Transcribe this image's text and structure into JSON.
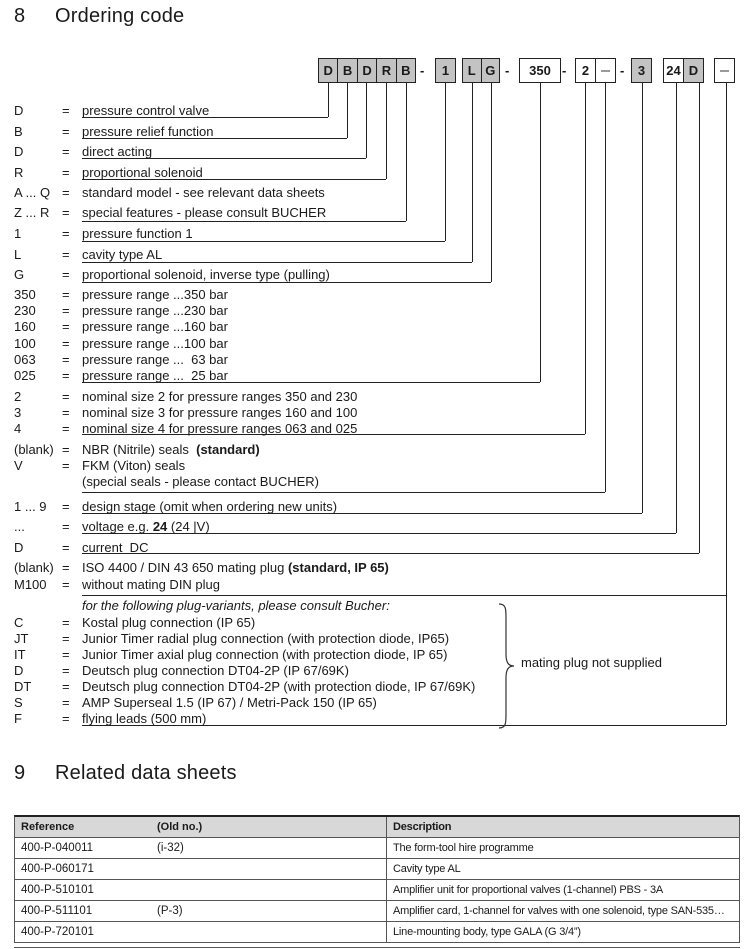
{
  "section8": {
    "number": "8",
    "title": "Ordering code"
  },
  "section9": {
    "number": "9",
    "title": "Related data sheets"
  },
  "colors": {
    "shaded_cell": "#c3c3c3",
    "white_cell": "#ffffff",
    "table_header_bg": "#d8d8d8",
    "line": "#222222"
  },
  "ordering_code": {
    "separator": "-",
    "code_boxes": [
      {
        "cells": [
          {
            "label": "D",
            "shaded": true
          },
          {
            "label": "B",
            "shaded": true
          },
          {
            "label": "D",
            "shaded": true
          },
          {
            "label": "R",
            "shaded": true
          },
          {
            "label": "B",
            "shaded": true
          }
        ]
      },
      {
        "cells": [
          {
            "label": "1",
            "shaded": true
          }
        ]
      },
      {
        "cells": [
          {
            "label": "L",
            "shaded": true
          },
          {
            "label": "G",
            "shaded": true
          }
        ]
      },
      {
        "cells": [
          {
            "label": "350",
            "shaded": false
          }
        ]
      },
      {
        "cells": [
          {
            "label": "2",
            "shaded": false
          },
          {
            "label": "...",
            "shaded": false,
            "placeholder": true
          }
        ]
      },
      {
        "cells": [
          {
            "label": "3",
            "shaded": true
          }
        ]
      },
      {
        "cells": [
          {
            "label": "24",
            "shaded": false
          },
          {
            "label": "D",
            "shaded": true
          }
        ]
      },
      {
        "cells": [
          {
            "label": "...",
            "shaded": false,
            "placeholder": true
          }
        ]
      }
    ],
    "legend_rows": [
      {
        "key": "D",
        "eq": "=",
        "desc": [
          {
            "t": "pressure control valve"
          }
        ]
      },
      {
        "key": "B",
        "eq": "=",
        "desc": [
          {
            "t": "pressure relief function"
          }
        ]
      },
      {
        "key": "D",
        "eq": "=",
        "desc": [
          {
            "t": "direct acting"
          }
        ]
      },
      {
        "key": "R",
        "eq": "=",
        "desc": [
          {
            "t": "proportional solenoid"
          }
        ]
      },
      {
        "key": "A ... Q",
        "eq": "=",
        "desc": [
          {
            "t": "standard model - see relevant data sheets"
          }
        ]
      },
      {
        "key": "Z ... R",
        "eq": "=",
        "desc": [
          {
            "t": "special features - please consult BUCHER"
          }
        ]
      },
      {
        "key": "1",
        "eq": "=",
        "desc": [
          {
            "t": "pressure function 1"
          }
        ]
      },
      {
        "key": "L",
        "eq": "=",
        "desc": [
          {
            "t": "cavity type AL"
          }
        ]
      },
      {
        "key": "G",
        "eq": "=",
        "desc": [
          {
            "t": "proportional solenoid, inverse type (pulling)"
          }
        ]
      },
      {
        "key": "350",
        "eq": "=",
        "desc": [
          {
            "t": "pressure range ...350 bar"
          }
        ]
      },
      {
        "key": "230",
        "eq": "=",
        "desc": [
          {
            "t": "pressure range ...230 bar"
          }
        ]
      },
      {
        "key": "160",
        "eq": "=",
        "desc": [
          {
            "t": "pressure range ...160 bar"
          }
        ]
      },
      {
        "key": "100",
        "eq": "=",
        "desc": [
          {
            "t": "pressure range ...100 bar"
          }
        ]
      },
      {
        "key": "063",
        "eq": "=",
        "desc": [
          {
            "t": "pressure range ...  63 bar"
          }
        ]
      },
      {
        "key": "025",
        "eq": "=",
        "desc": [
          {
            "t": "pressure range ...  25 bar"
          }
        ]
      },
      {
        "key": "2",
        "eq": "=",
        "desc": [
          {
            "t": "nominal size 2 for pressure ranges 350 and 230"
          }
        ]
      },
      {
        "key": "3",
        "eq": "=",
        "desc": [
          {
            "t": "nominal size 3 for pressure ranges 160 and 100"
          }
        ]
      },
      {
        "key": "4",
        "eq": "=",
        "desc": [
          {
            "t": "nominal size 4 for pressure ranges 063 and 025"
          }
        ]
      },
      {
        "key": "(blank)",
        "eq": "=",
        "desc": [
          {
            "t": "NBR (Nitrile) seals  "
          },
          {
            "t": "(standard)",
            "b": true
          }
        ]
      },
      {
        "key": "V",
        "eq": "=",
        "desc": [
          {
            "t": "FKM (Viton) seals"
          }
        ]
      },
      {
        "key": "",
        "eq": "",
        "desc": [
          {
            "t": "(special seals - please contact BUCHER)"
          }
        ]
      },
      {
        "key": "1 ... 9",
        "eq": "=",
        "desc": [
          {
            "t": "design stage (omit when ordering new units)"
          }
        ]
      },
      {
        "key": "...",
        "eq": "=",
        "desc": [
          {
            "t": "voltage e.g. "
          },
          {
            "t": "24",
            "b": true
          },
          {
            "t": " (24 |V)"
          }
        ]
      },
      {
        "key": "D",
        "eq": "=",
        "desc": [
          {
            "t": "current  DC"
          }
        ]
      },
      {
        "key": "(blank)",
        "eq": "=",
        "desc": [
          {
            "t": "ISO 4400 / DIN 43 650 mating plug "
          },
          {
            "t": "(standard, IP 65)",
            "b": true
          }
        ]
      },
      {
        "key": "M100",
        "eq": "=",
        "desc": [
          {
            "t": "without mating DIN plug"
          }
        ]
      },
      {
        "key": "",
        "eq": "",
        "desc": [
          {
            "t": "for the following plug-variants, please consult Bucher:",
            "i": true
          }
        ]
      },
      {
        "key": "C",
        "eq": "=",
        "desc": [
          {
            "t": "Kostal plug connection (IP 65)"
          }
        ]
      },
      {
        "key": "JT",
        "eq": "=",
        "desc": [
          {
            "t": "Junior Timer radial plug connection (with protection diode, IP65)"
          }
        ]
      },
      {
        "key": "IT",
        "eq": "=",
        "desc": [
          {
            "t": "Junior Timer axial plug connection (with protection diode, IP 65)"
          }
        ]
      },
      {
        "key": "D",
        "eq": "=",
        "desc": [
          {
            "t": "Deutsch plug connection DT04-2P (IP 67/69K)"
          }
        ]
      },
      {
        "key": "DT",
        "eq": "=",
        "desc": [
          {
            "t": "Deutsch plug connection DT04-2P (with protection diode, IP 67/69K)"
          }
        ]
      },
      {
        "key": "S",
        "eq": "=",
        "desc": [
          {
            "t": "AMP Superseal 1.5 (IP 67) / Metri-Pack 150 (IP 65)"
          }
        ]
      },
      {
        "key": "F",
        "eq": "=",
        "desc": [
          {
            "t": "flying leads (500 mm)"
          }
        ]
      }
    ],
    "brace_note": "mating plug not supplied"
  },
  "related_data_sheets": {
    "headers": [
      "Reference",
      "(Old no.)",
      "Description"
    ],
    "rows": [
      {
        "reference": "400-P-040011",
        "old_no": "(i-32)",
        "description": "The form-tool hire programme"
      },
      {
        "reference": "400-P-060171",
        "old_no": "",
        "description": "Cavity type AL"
      },
      {
        "reference": "400-P-510101",
        "old_no": "",
        "description": "Amplifier unit for proportional valves (1-channel) PBS - 3A"
      },
      {
        "reference": "400-P-511101",
        "old_no": "(P-3)",
        "description": "Amplifier card, 1-channel for valves with one solenoid, type SAN-535…"
      },
      {
        "reference": "400-P-720101",
        "old_no": "",
        "description": "Line-mounting body, type GALA (G 3/4”)"
      }
    ]
  }
}
